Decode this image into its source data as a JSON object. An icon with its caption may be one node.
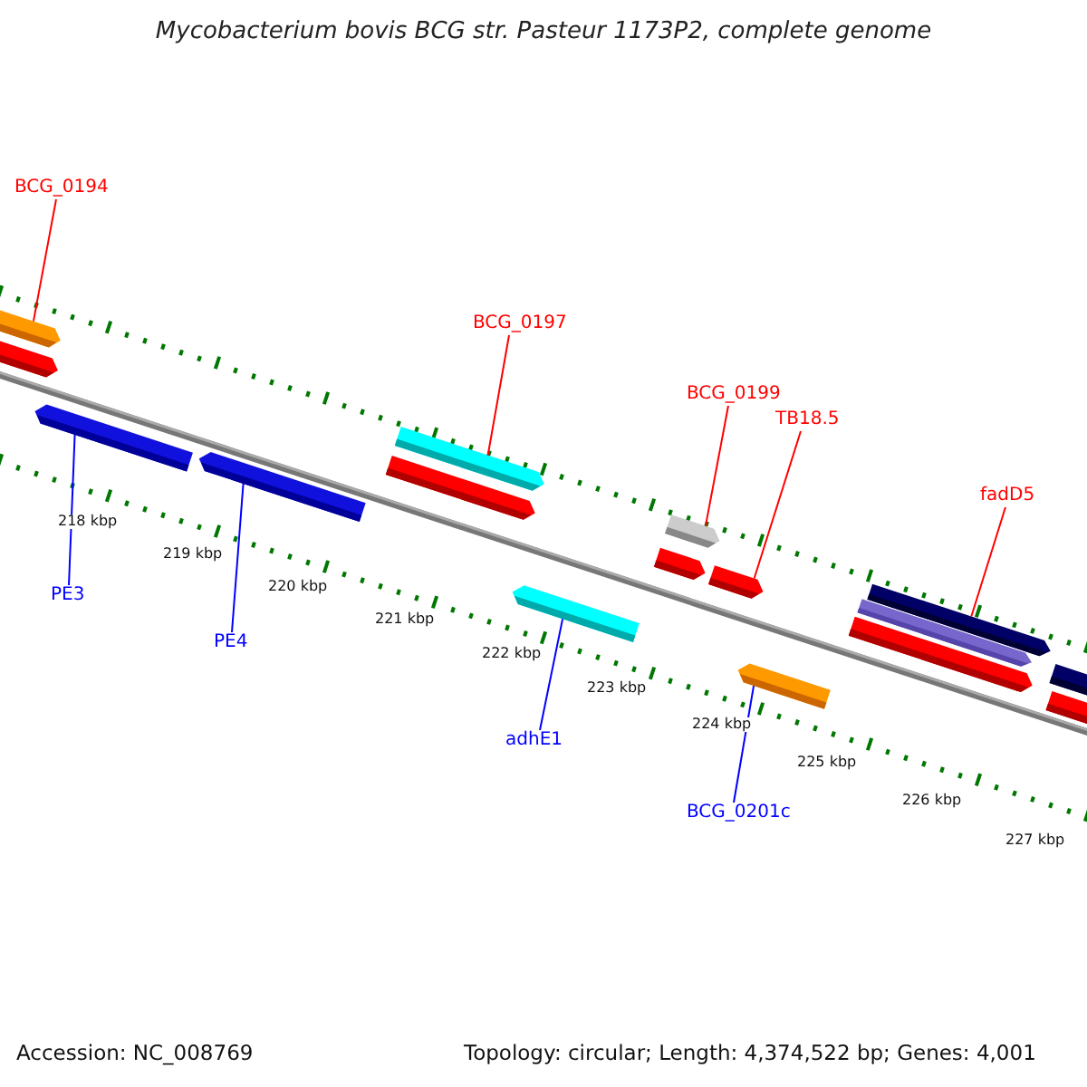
{
  "diagram": {
    "title": "Mycobacterium bovis BCG str. Pasteur 1173P2, complete genome",
    "nodes": [
      {
        "text": [
          "BCG_0194"
        ]
      },
      {
        "text": [
          "BCG_0197"
        ]
      },
      {
        "text": [
          "BCG_0199"
        ]
      },
      {
        "text": [
          "TB18.5"
        ]
      },
      {
        "text": [
          "fadD5"
        ]
      },
      {
        "text": [
          "PE3"
        ]
      },
      {
        "text": [
          "PE4"
        ]
      },
      {
        "text": [
          "adhE1"
        ]
      },
      {
        "text": [
          "BCG_0201c"
        ]
      },
      {
        "text": [],
        "shape": "bar"
      },
      {
        "text": [],
        "shape": "bar"
      },
      {
        "text": [],
        "shape": "bar"
      },
      {
        "text": [],
        "shape": "bar"
      },
      {
        "text": [],
        "shape": "bar"
      },
      {
        "text": [],
        "shape": "bar"
      },
      {
        "text": [],
        "shape": "bar"
      },
      {
        "text": [],
        "shape": "bar"
      },
      {
        "text": [],
        "shape": "bar"
      },
      {
        "text": [],
        "shape": "bar"
      },
      {
        "text": [],
        "shape": "bar"
      },
      {
        "text": [],
        "shape": "bar"
      },
      {
        "text": [],
        "shape": "bar"
      },
      {
        "text": [],
        "shape": "bar"
      },
      {
        "text": [],
        "shape": "bar"
      },
      {
        "text": [],
        "shape": "bar"
      }
    ],
    "edges": [
      {
        "from": 0,
        "to": 9,
        "arrow": "none"
      },
      {
        "from": 1,
        "to": 13,
        "arrow": "none"
      },
      {
        "from": 2,
        "to": 17,
        "arrow": "none"
      },
      {
        "from": 3,
        "to": 18,
        "arrow": "none"
      },
      {
        "from": 4,
        "to": 20,
        "arrow": "none"
      },
      {
        "from": 5,
        "to": 11,
        "arrow": "none",
        "color": "#0000ff"
      },
      {
        "from": 6,
        "to": 12,
        "arrow": "none",
        "color": "#0000ff"
      },
      {
        "from": 7,
        "to": 15,
        "arrow": "none",
        "color": "#0000ff"
      },
      {
        "from": 8,
        "to": 19,
        "arrow": "none",
        "color": "#0000ff"
      }
    ],
    "labels": [
      "218 kbp",
      "219 kbp",
      "220 kbp",
      "221 kbp",
      "222 kbp",
      "223 kbp",
      "224 kbp",
      "225 kbp",
      "226 kbp",
      "227 kbp",
      "Accession: NC_008769",
      "Topology: circular; Length: 4,374,522 bp; Genes: 4,001"
    ]
  }
}
